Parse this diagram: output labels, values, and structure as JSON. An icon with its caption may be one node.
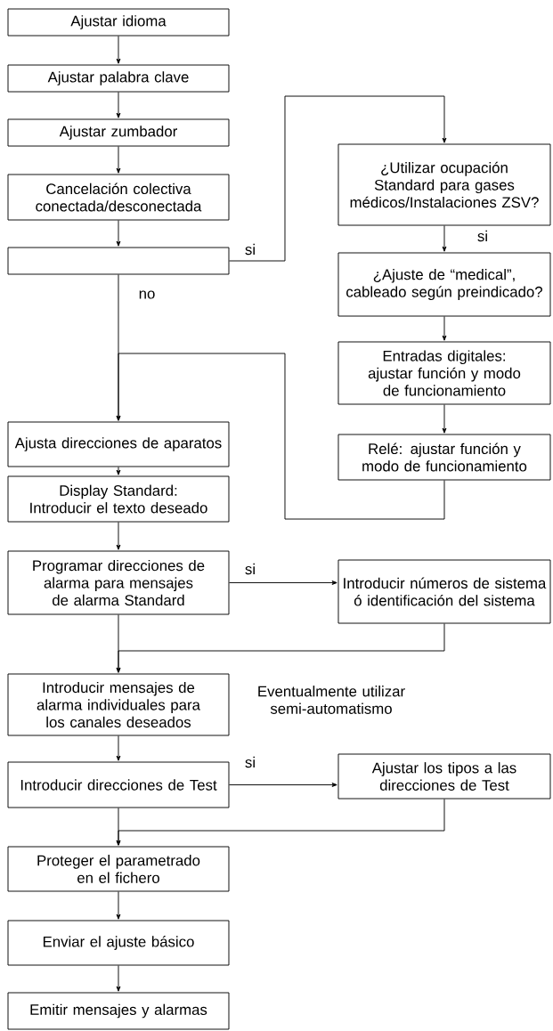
{
  "diagram": {
    "nodes": [
      {
        "text": [
          "Ajustar idioma"
        ]
      },
      {
        "text": [
          "Ajustar palabra clave"
        ]
      },
      {
        "text": [
          "Ajustar zumbador"
        ]
      },
      {
        "text": [
          "Cancelación colectiva conectada/desconectada"
        ]
      },
      {
        "text": [],
        "shape": "box"
      },
      {
        "text": [
          "¿Utilizar ocupación Standard para gases médicos/Instalaciones ZSV?"
        ]
      },
      {
        "text": [
          "¿Ajuste de “medical”, cableado según preindicado?"
        ]
      },
      {
        "text": [
          "Entradas digitales: ajustar función y modo de funcionamiento"
        ]
      },
      {
        "text": [
          "Relé: ajustar función y modo de funcionamiento"
        ]
      },
      {
        "text": [
          "Ajusta direcciones de aparatos"
        ]
      },
      {
        "text": [
          "Display Standard: Introducir el texto deseado"
        ]
      },
      {
        "text": [
          "Programar direcciones de alarma para mensajes de alarma Standard"
        ]
      },
      {
        "text": [
          "Introducir números de sistema ó identificación del sistema"
        ]
      },
      {
        "text": [
          "Introducir mensajes de alarma individuales para los canales deseados"
        ],
        "beside": [
          "Eventualmente utilizar semi-automatismo"
        ]
      },
      {
        "text": [
          "Introducir direcciones de Test"
        ]
      },
      {
        "text": [
          "Ajustar los tipos a las direcciones de Test"
        ]
      },
      {
        "text": [
          "Proteger el parametrado en el fichero"
        ]
      },
      {
        "text": [
          "Enviar el ajuste básico"
        ]
      },
      {
        "text": [
          "Emitir mensajes y alarmas"
        ]
      }
    ],
    "edges": [
      {
        "from": 0,
        "to": 1,
        "arrow": "to"
      },
      {
        "from": 1,
        "to": 2,
        "arrow": "to"
      },
      {
        "from": 2,
        "to": 3,
        "arrow": "to"
      },
      {
        "from": 3,
        "to": 4,
        "arrow": "to"
      },
      {
        "from": 4,
        "to": 5,
        "arrow": "to",
        "label": "si"
      },
      {
        "from": 5,
        "to": 6,
        "arrow": "to",
        "label": "si"
      },
      {
        "from": 6,
        "to": 7,
        "arrow": "to"
      },
      {
        "from": 7,
        "to": 8,
        "arrow": "to"
      },
      {
        "from": 4,
        "to": 9,
        "arrow": "to",
        "label": "no"
      },
      {
        "from": 8,
        "to": 9,
        "arrow": "to"
      },
      {
        "from": 9,
        "to": 10,
        "arrow": "to"
      },
      {
        "from": 10,
        "to": 11,
        "arrow": "to"
      },
      {
        "from": 11,
        "to": 12,
        "arrow": "to",
        "label": "si"
      },
      {
        "from": 11,
        "to": 13,
        "arrow": "to"
      },
      {
        "from": 12,
        "to": 13,
        "arrow": "to"
      },
      {
        "from": 13,
        "to": 14,
        "arrow": "to"
      },
      {
        "from": 14,
        "to": 15,
        "arrow": "to",
        "label": "si"
      },
      {
        "from": 14,
        "to": 16,
        "arrow": "to"
      },
      {
        "from": 15,
        "to": 16,
        "arrow": "to"
      },
      {
        "from": 16,
        "to": 17,
        "arrow": "to"
      },
      {
        "from": 17,
        "to": 18,
        "arrow": "to"
      }
    ]
  }
}
